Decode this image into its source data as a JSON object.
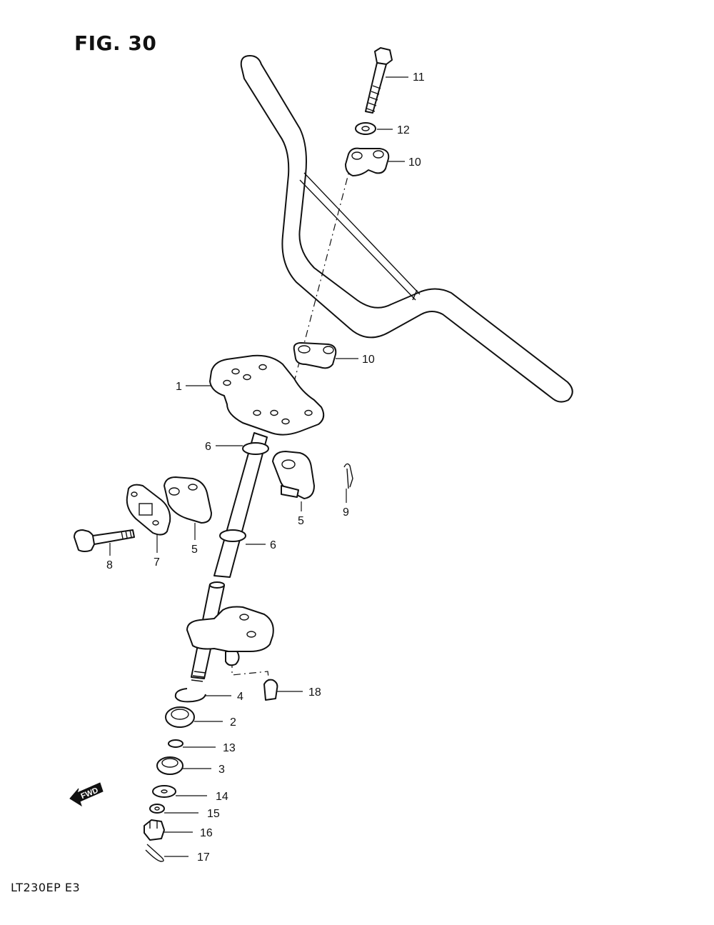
{
  "figure": {
    "title": "FIG. 30",
    "model_code": "LT230EP E3"
  },
  "callouts": {
    "c1": "1",
    "c2": "2",
    "c3": "3",
    "c4": "4",
    "c5a": "5",
    "c5b": "5",
    "c6a": "6",
    "c6b": "6",
    "c7": "7",
    "c8": "8",
    "c9": "9",
    "c10a": "10",
    "c10b": "10",
    "c11": "11",
    "c12": "12",
    "c13": "13",
    "c14": "14",
    "c15": "15",
    "c16": "16",
    "c17": "17",
    "c18": "18"
  },
  "fwd_label": "FWD"
}
